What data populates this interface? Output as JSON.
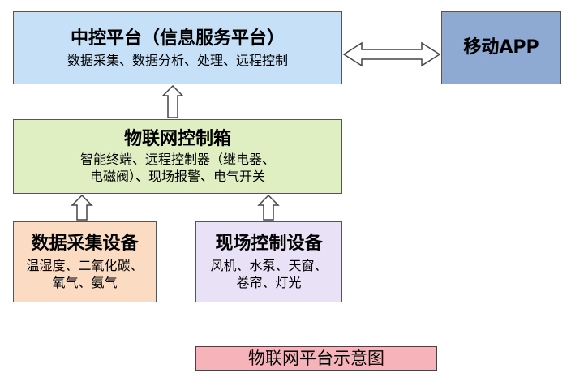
{
  "central": {
    "title": "中控平台（信息服务平台）",
    "subtitle": "数据采集、数据分析、处理、远程控制"
  },
  "mobile": {
    "title": "移动APP"
  },
  "iot_box": {
    "title": "物联网控制箱",
    "line1": "智能终端、远程控制器（继电器、",
    "line2": "电磁阀）、现场报警、电气开关"
  },
  "collect": {
    "title": "数据采集设备",
    "line1": "温湿度、二氧化碳、",
    "line2": "氧气、氨气"
  },
  "field": {
    "title": "现场控制设备",
    "line1": "风机、水泵、天窗、",
    "line2": "卷帘、灯光"
  },
  "caption": "物联网平台示意图",
  "colors": {
    "central": "#c6e0f7",
    "mobile": "#8eaad3",
    "iot_box": "#e0efc2",
    "collect": "#fbdcc3",
    "field": "#e9e1f6",
    "caption": "#f6b3b9"
  }
}
